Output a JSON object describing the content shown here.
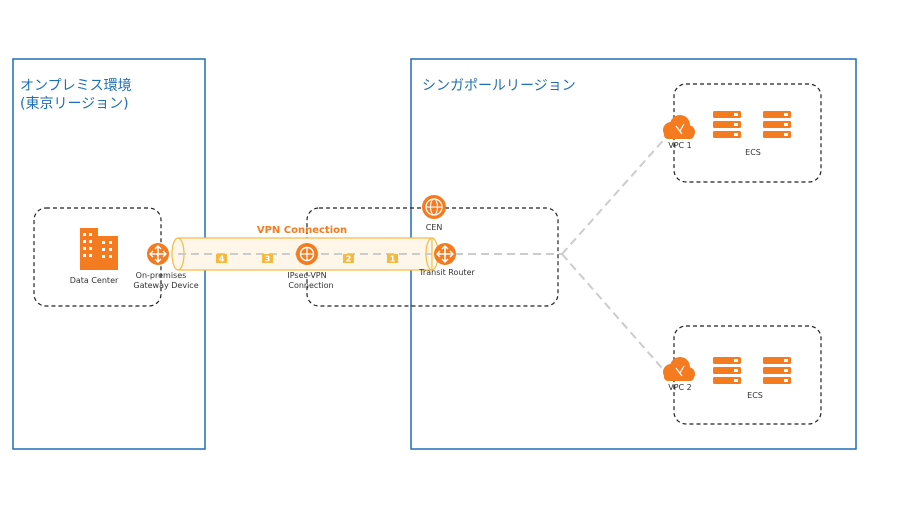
{
  "regions": {
    "on_premises_title_line1": "オンプレミス環境",
    "on_premises_title_line2": "(東京リージョン)",
    "singapore_title": "シンガポールリージョン"
  },
  "nodes": {
    "data_center": "Data Center",
    "gateway_line1": "On-premises",
    "gateway_line2": "Gateway Device",
    "ipsec_line1": "IPsec-VPN",
    "ipsec_line2": "Connection",
    "cen": "CEN",
    "transit_router": "Transit Router",
    "vpc1": "VPC 1",
    "vpc2": "VPC 2",
    "ecs1": "ECS",
    "ecs2": "ECS"
  },
  "vpn_connection_label": "VPN Connection",
  "steps": [
    "4",
    "3",
    "2",
    "1"
  ],
  "colors": {
    "accent": "#f47b20",
    "region_border": "#1f6fb5",
    "badge": "#f5b942",
    "dashed_link": "#cccccc"
  },
  "icons": [
    "building-icon",
    "router-icon",
    "vpn-gateway-icon",
    "cen-icon",
    "transit-router-icon",
    "cloud-icon",
    "server-icon"
  ]
}
